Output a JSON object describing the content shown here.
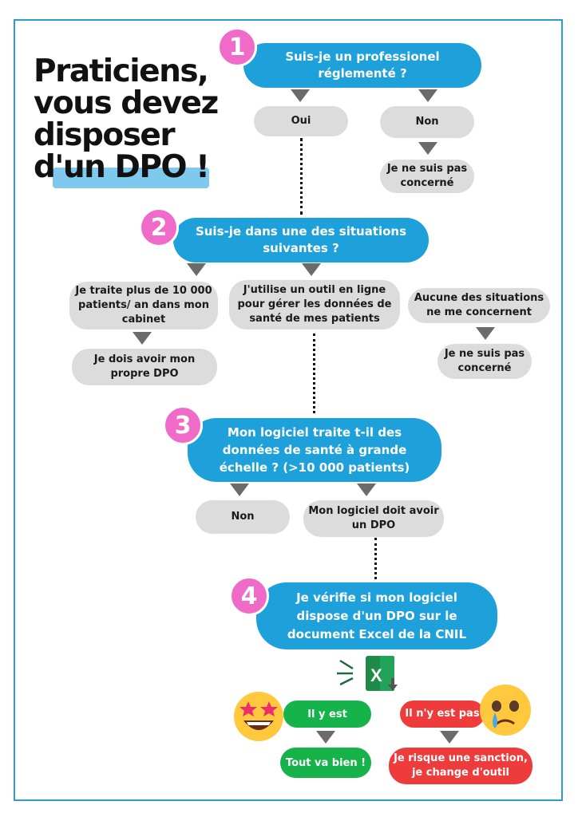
{
  "title": {
    "line1": "Praticiens,",
    "line2": "vous devez",
    "line3": "disposer",
    "line4": "d'un DPO !"
  },
  "steps": {
    "s1": {
      "num": "1",
      "question_l1": "Suis-je un professionel",
      "question_l2": "réglementé ?",
      "yes": "Oui",
      "no": "Non",
      "no_result_l1": "Je ne suis pas",
      "no_result_l2": "concerné"
    },
    "s2": {
      "num": "2",
      "question_l1": "Suis-je dans une des situations",
      "question_l2": "suivantes ?",
      "opt1_l1": "Je traite plus de 10 000",
      "opt1_l2": "patients/ an dans mon",
      "opt1_l3": "cabinet",
      "opt1_result_l1": "Je dois avoir mon",
      "opt1_result_l2": "propre DPO",
      "opt2_l1": "J'utilise un outil en ligne",
      "opt2_l2": "pour gérer les données de",
      "opt2_l3": "santé de mes patients",
      "opt3_l1": "Aucune des situations",
      "opt3_l2": "ne me concernent",
      "opt3_result_l1": "Je ne suis pas",
      "opt3_result_l2": "concerné"
    },
    "s3": {
      "num": "3",
      "question_l1": "Mon logiciel traite t-il des",
      "question_l2": "données de santé à grande",
      "question_l3": "échelle ? (>10 000 patients)",
      "no": "Non",
      "yes_l1": "Mon logiciel doit avoir",
      "yes_l2": "un DPO"
    },
    "s4": {
      "num": "4",
      "question_l1": "Je vérifie si mon logiciel",
      "question_l2": "dispose d'un DPO sur le",
      "question_l3": "document Excel de la CNIL",
      "found": "Il y est",
      "found_result": "Tout va bien !",
      "missing": "Il n'y est pas",
      "missing_result_l1": "Je risque une sanction,",
      "missing_result_l2": "je change d'outil",
      "excel_letter": "X"
    }
  },
  "colors": {
    "blue": "#1ea1db",
    "pink": "#f06bc7",
    "gray": "#dcdcdc",
    "green": "#16b34a",
    "red": "#ee3b3b",
    "frame": "#2f9bd3",
    "highlight": "#7fc8ee"
  },
  "icons": [
    "excel-file-icon",
    "star-struck-emoji-icon",
    "crying-emoji-icon"
  ]
}
